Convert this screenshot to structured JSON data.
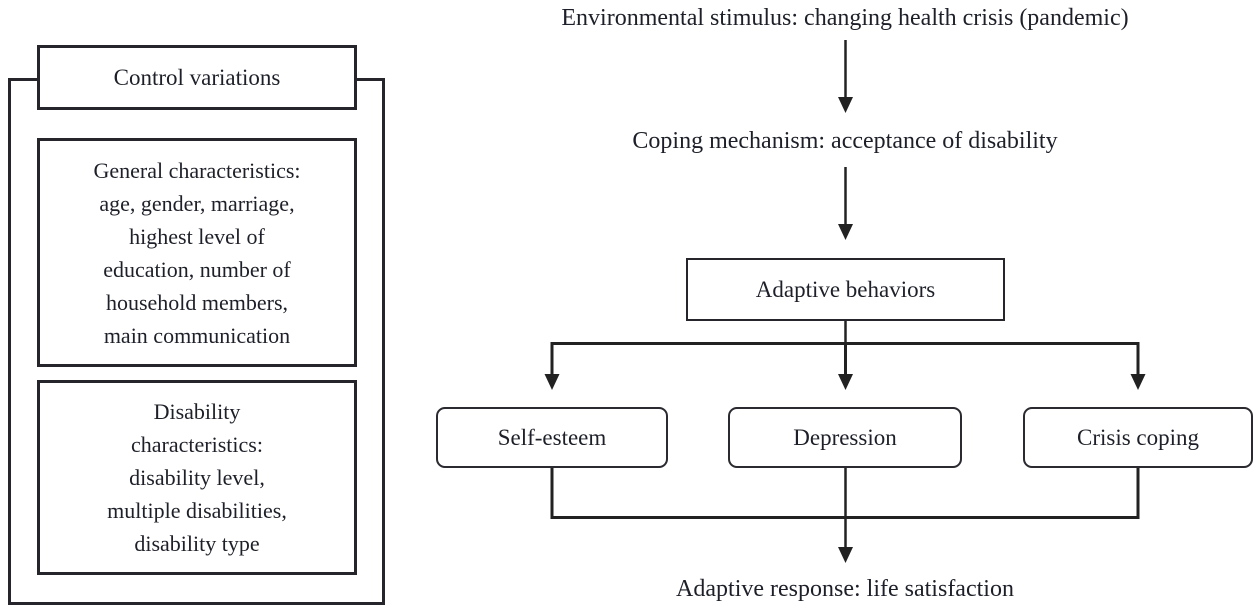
{
  "diagram": {
    "left_panel": {
      "control_box": "Control variations",
      "general_box": "General characteristics:\nage, gender, marriage,\nhighest level of\neducation, number of\nhousehold members,\nmain communication",
      "disability_box": "Disability\ncharacteristics:\ndisability level,\nmultiple disabilities,\ndisability type"
    },
    "flow": {
      "environmental_stimulus": "Environmental stimulus: changing health crisis (pandemic)",
      "coping_mechanism": "Coping mechanism: acceptance of disability",
      "adaptive_behaviors": "Adaptive behaviors",
      "outcomes": [
        "Self-esteem",
        "Depression",
        "Crisis coping"
      ],
      "adaptive_response": "Adaptive response: life satisfaction"
    },
    "colors": {
      "ink": "#1e2029",
      "line": "#222222",
      "background": "#ffffff"
    }
  }
}
